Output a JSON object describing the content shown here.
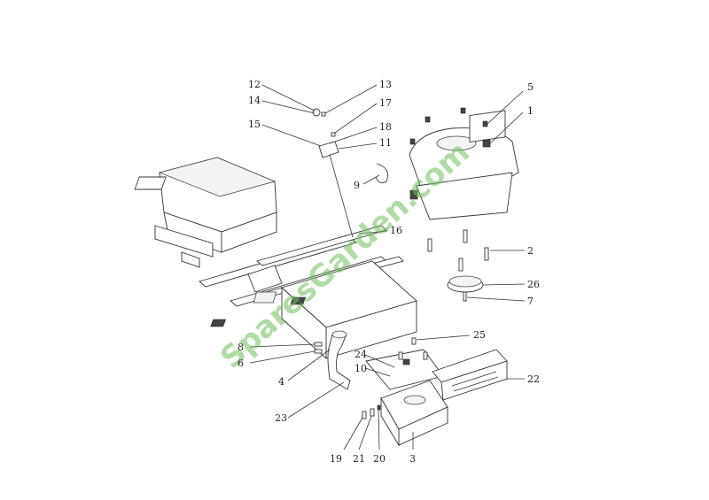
{
  "watermark": "SparesGarden.com",
  "labels": [
    {
      "id": "12",
      "text": "12"
    },
    {
      "id": "13",
      "text": "13"
    },
    {
      "id": "14",
      "text": "14"
    },
    {
      "id": "17",
      "text": "17"
    },
    {
      "id": "15",
      "text": "15"
    },
    {
      "id": "18",
      "text": "18"
    },
    {
      "id": "11",
      "text": "11"
    },
    {
      "id": "5",
      "text": "5"
    },
    {
      "id": "1",
      "text": "1"
    },
    {
      "id": "9",
      "text": "9"
    },
    {
      "id": "16",
      "text": "16"
    },
    {
      "id": "2",
      "text": "2"
    },
    {
      "id": "26",
      "text": "26"
    },
    {
      "id": "7",
      "text": "7"
    },
    {
      "id": "25",
      "text": "25"
    },
    {
      "id": "8",
      "text": "8"
    },
    {
      "id": "6",
      "text": "6"
    },
    {
      "id": "24",
      "text": "24"
    },
    {
      "id": "10",
      "text": "10"
    },
    {
      "id": "22",
      "text": "22"
    },
    {
      "id": "4",
      "text": "4"
    },
    {
      "id": "23",
      "text": "23"
    },
    {
      "id": "19",
      "text": "19"
    },
    {
      "id": "21",
      "text": "21"
    },
    {
      "id": "20",
      "text": "20"
    },
    {
      "id": "3",
      "text": "3"
    }
  ]
}
